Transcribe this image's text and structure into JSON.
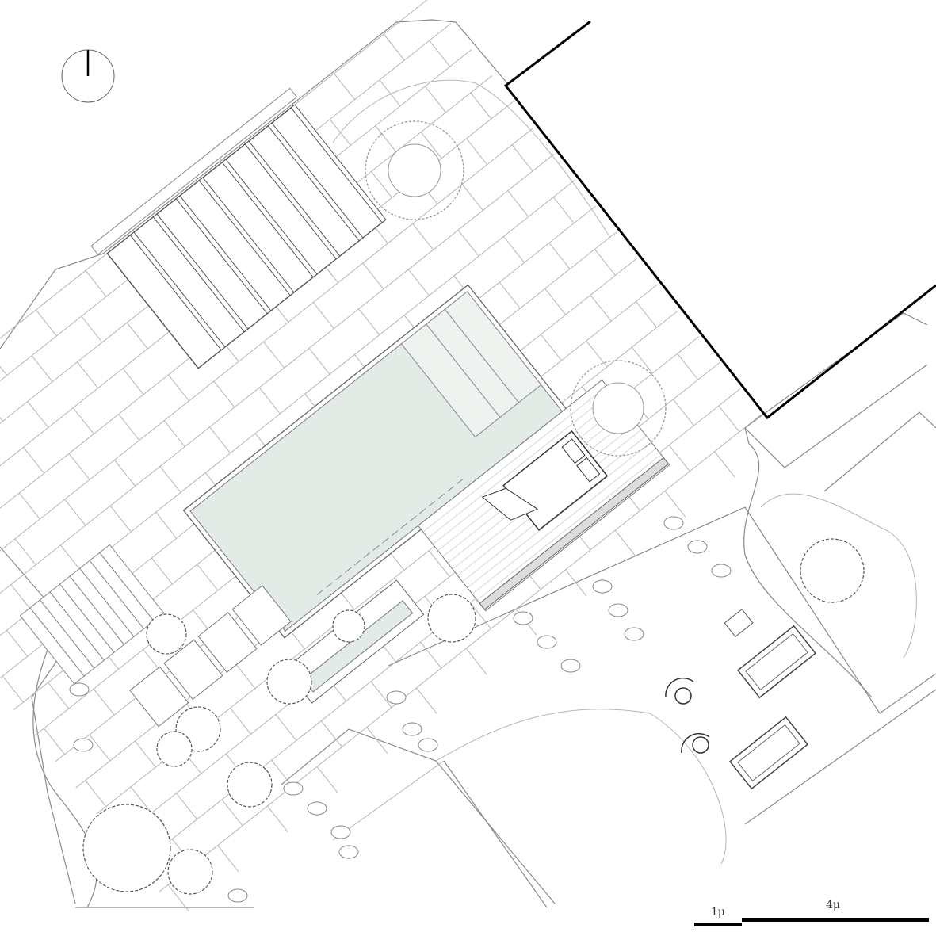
{
  "title": "Site plan",
  "scale_bar": {
    "short_label": "1μ",
    "long_label": "4μ"
  },
  "north_arrow": {
    "icon": "north-arrow-icon"
  },
  "colors": {
    "pool": "#e3ebe6",
    "pool_shallow": "#eef3ef",
    "building_outline": "#000000",
    "line": "#8a8a8a",
    "light_line": "#b5b5b5"
  }
}
